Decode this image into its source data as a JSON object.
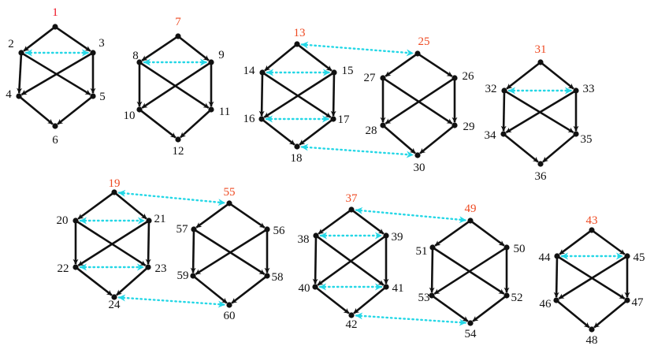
{
  "colors": {
    "edge": "#111111",
    "node": "#111111",
    "label": "#111111",
    "root_label": "#ee4a22",
    "root_label_first": "#ee1122",
    "symmetry_link": "#25d7e6"
  },
  "graphs": [
    {
      "root": "1",
      "nodes": [
        "1",
        "2",
        "3",
        "4",
        "5",
        "6"
      ]
    },
    {
      "root": "7",
      "nodes": [
        "7",
        "8",
        "9",
        "10",
        "11",
        "12"
      ]
    },
    {
      "root": "13",
      "nodes": [
        "13",
        "14",
        "15",
        "16",
        "17",
        "18"
      ]
    },
    {
      "root": "25",
      "nodes": [
        "25",
        "27",
        "26",
        "28",
        "29",
        "30"
      ]
    },
    {
      "root": "31",
      "nodes": [
        "31",
        "32",
        "33",
        "34",
        "35",
        "36"
      ]
    },
    {
      "root": "19",
      "nodes": [
        "19",
        "20",
        "21",
        "22",
        "23",
        "24"
      ]
    },
    {
      "root": "55",
      "nodes": [
        "55",
        "57",
        "56",
        "59",
        "58",
        "60"
      ]
    },
    {
      "root": "37",
      "nodes": [
        "37",
        "38",
        "39",
        "40",
        "41",
        "42"
      ]
    },
    {
      "root": "49",
      "nodes": [
        "49",
        "51",
        "50",
        "53",
        "52",
        "54"
      ]
    },
    {
      "root": "43",
      "nodes": [
        "43",
        "44",
        "45",
        "46",
        "47",
        "48"
      ]
    }
  ],
  "symmetry_links": [
    [
      "2",
      "3"
    ],
    [
      "8",
      "9"
    ],
    [
      "32",
      "33"
    ],
    [
      "44",
      "45"
    ],
    [
      "13",
      "25"
    ],
    [
      "14",
      "15"
    ],
    [
      "16",
      "17"
    ],
    [
      "18",
      "30"
    ],
    [
      "19",
      "55"
    ],
    [
      "20",
      "21"
    ],
    [
      "22",
      "23"
    ],
    [
      "24",
      "60"
    ],
    [
      "37",
      "49"
    ],
    [
      "38",
      "39"
    ],
    [
      "40",
      "41"
    ],
    [
      "42",
      "54"
    ]
  ],
  "edge_pattern": [
    [
      0,
      1
    ],
    [
      0,
      2
    ],
    [
      1,
      3
    ],
    [
      2,
      4
    ],
    [
      1,
      4
    ],
    [
      2,
      3
    ],
    [
      3,
      5
    ],
    [
      4,
      5
    ]
  ]
}
